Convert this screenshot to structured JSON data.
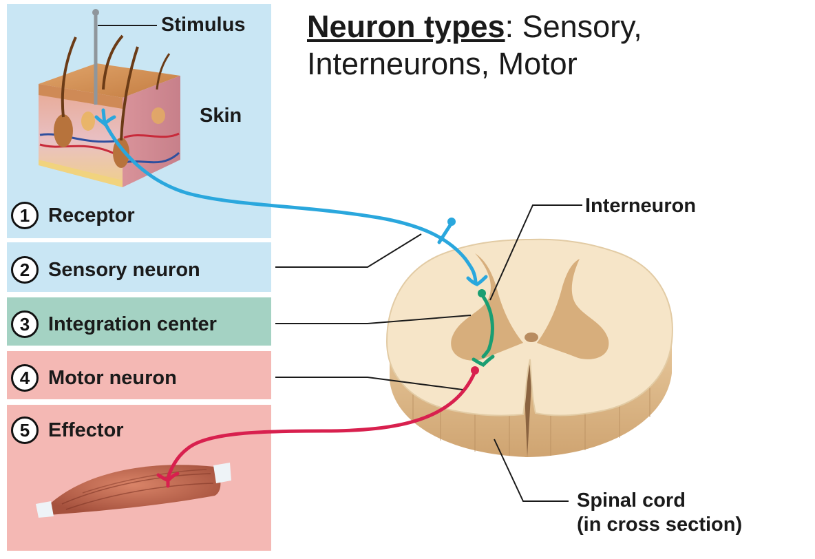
{
  "title": {
    "emphasis": "Neuron types",
    "rest_line1": ": Sensory,",
    "line2": "Interneurons, Motor"
  },
  "labels": {
    "stimulus": "Stimulus",
    "skin": "Skin",
    "interneuron": "Interneuron",
    "spinal_cord_line1": "Spinal cord",
    "spinal_cord_line2": "(in cross section)"
  },
  "steps": [
    {
      "number": "1",
      "label": "Receptor"
    },
    {
      "number": "2",
      "label": "Sensory neuron"
    },
    {
      "number": "3",
      "label": "Integration center"
    },
    {
      "number": "4",
      "label": "Motor neuron"
    },
    {
      "number": "5",
      "label": "Effector"
    }
  ],
  "colors": {
    "sensory": "#2aa7dd",
    "interneuron": "#1a9e72",
    "motor": "#d8204e",
    "panel_blue": "#c9e6f4",
    "panel_green": "#a4d2c3",
    "panel_red": "#f4b8b4"
  }
}
